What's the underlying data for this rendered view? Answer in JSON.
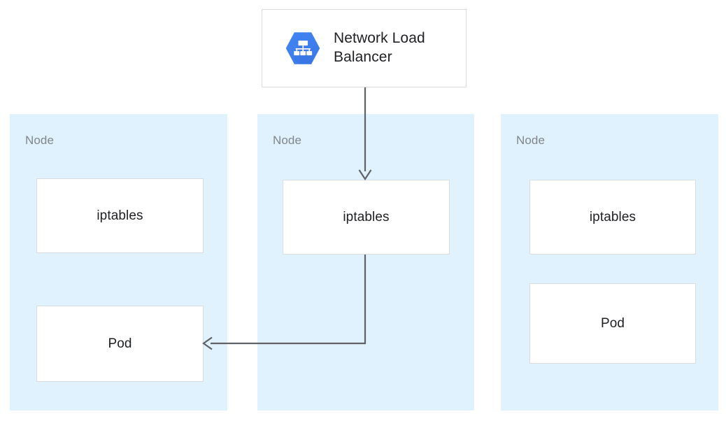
{
  "diagram": {
    "title": "Kubernetes Network Load Balancer traffic flow across nodes",
    "background_color": "#ffffff",
    "node_panel_color": "#dff2fd",
    "box_fill_color": "#ffffff",
    "box_border_color": "#dadce0",
    "connector_color": "#5f6368",
    "node_label_color": "#80868b",
    "box_label_color": "#202124",
    "icon_color": "#4285f4"
  },
  "load_balancer": {
    "icon_name": "network-load-balancer-icon",
    "title": "Network Load Balancer"
  },
  "nodes": [
    {
      "label": "Node",
      "boxes": [
        {
          "label": "iptables"
        },
        {
          "label": "Pod"
        }
      ]
    },
    {
      "label": "Node",
      "boxes": [
        {
          "label": "iptables"
        }
      ]
    },
    {
      "label": "Node",
      "boxes": [
        {
          "label": "iptables"
        },
        {
          "label": "Pod"
        }
      ]
    }
  ],
  "connectors": [
    {
      "name": "lb-to-middle-iptables",
      "from": "Network Load Balancer",
      "to": "Node 2 iptables",
      "style": "straight-down-arrow"
    },
    {
      "name": "middle-iptables-to-left-pod",
      "from": "Node 2 iptables",
      "to": "Node 1 Pod",
      "style": "elbow-left-arrow"
    }
  ]
}
